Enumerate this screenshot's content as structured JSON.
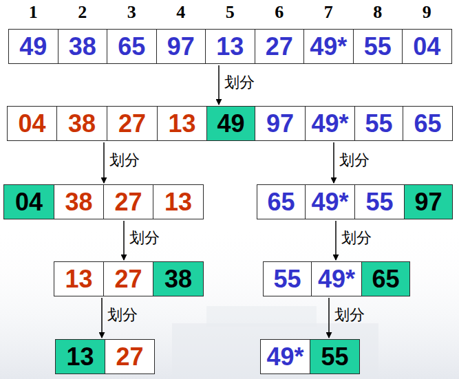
{
  "diagram": {
    "nodes": [
      {
        "text": [
          "49"
        ]
      },
      {
        "text": [
          "38"
        ]
      },
      {
        "text": [
          "65"
        ]
      },
      {
        "text": [
          "97"
        ]
      },
      {
        "text": [
          "13"
        ]
      },
      {
        "text": [
          "27"
        ]
      },
      {
        "text": [
          "49*"
        ]
      },
      {
        "text": [
          "55"
        ]
      },
      {
        "text": [
          "04"
        ]
      },
      {
        "text": [
          "04"
        ]
      },
      {
        "text": [
          "38"
        ]
      },
      {
        "text": [
          "27"
        ]
      },
      {
        "text": [
          "13"
        ]
      },
      {
        "text": [
          "49"
        ]
      },
      {
        "text": [
          "97"
        ]
      },
      {
        "text": [
          "49*"
        ]
      },
      {
        "text": [
          "55"
        ]
      },
      {
        "text": [
          "65"
        ]
      },
      {
        "text": [
          "04"
        ]
      },
      {
        "text": [
          "38"
        ]
      },
      {
        "text": [
          "27"
        ]
      },
      {
        "text": [
          "13"
        ]
      },
      {
        "text": [
          "65"
        ]
      },
      {
        "text": [
          "49*"
        ]
      },
      {
        "text": [
          "55"
        ]
      },
      {
        "text": [
          "97"
        ]
      },
      {
        "text": [
          "13"
        ]
      },
      {
        "text": [
          "27"
        ]
      },
      {
        "text": [
          "38"
        ]
      },
      {
        "text": [
          "55"
        ]
      },
      {
        "text": [
          "49*"
        ]
      },
      {
        "text": [
          "65"
        ]
      },
      {
        "text": [
          "13"
        ]
      },
      {
        "text": [
          "27"
        ]
      },
      {
        "text": [
          "49*"
        ]
      },
      {
        "text": [
          "55"
        ]
      }
    ],
    "edges": [
      {
        "from": 4,
        "to": 13,
        "arrow": "to",
        "label": "划分"
      },
      {
        "from": 10,
        "to": 19,
        "arrow": "to",
        "label": "划分"
      },
      {
        "from": 15,
        "to": 23,
        "arrow": "to",
        "label": "划分"
      },
      {
        "from": 20,
        "to": 27,
        "arrow": "to",
        "label": "划分"
      },
      {
        "from": 23,
        "to": 30,
        "arrow": "to",
        "label": "划分"
      },
      {
        "from": 26,
        "to": 32,
        "arrow": "to",
        "label": "划分"
      },
      {
        "from": 30,
        "to": 35,
        "arrow": "to",
        "label": "划分"
      }
    ],
    "labels": [
      "1",
      "2",
      "3",
      "4",
      "5",
      "6",
      "7",
      "8",
      "9"
    ]
  }
}
